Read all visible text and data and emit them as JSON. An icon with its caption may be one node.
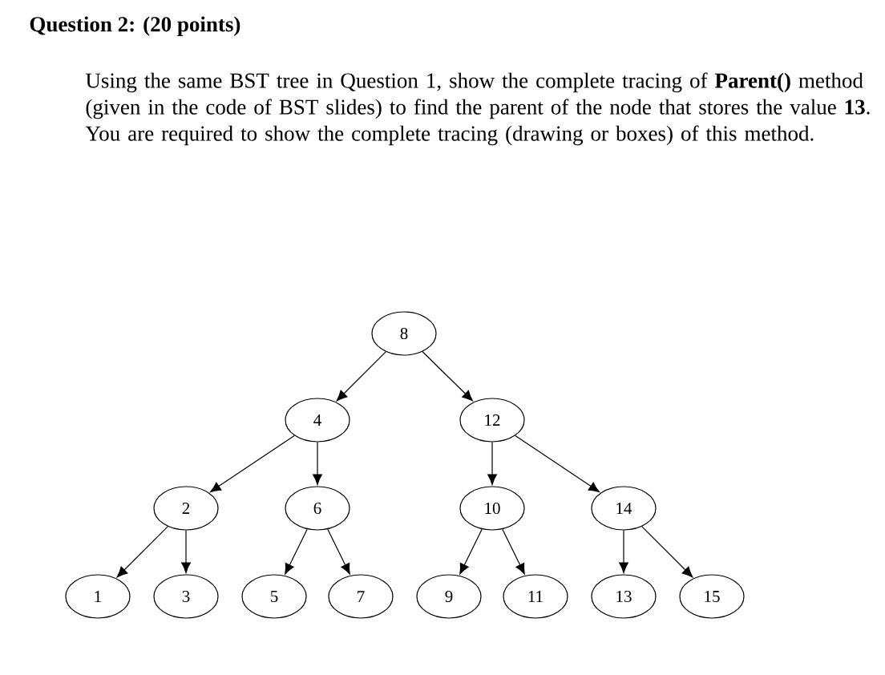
{
  "diagram": {
    "title": "Question 2: (20 points)",
    "nodes": [
      {
        "text": [
          "8"
        ]
      },
      {
        "text": [
          "4"
        ]
      },
      {
        "text": [
          "12"
        ]
      },
      {
        "text": [
          "2"
        ]
      },
      {
        "text": [
          "6"
        ]
      },
      {
        "text": [
          "10"
        ]
      },
      {
        "text": [
          "14"
        ]
      },
      {
        "text": [
          "1"
        ]
      },
      {
        "text": [
          "3"
        ]
      },
      {
        "text": [
          "5"
        ]
      },
      {
        "text": [
          "7"
        ]
      },
      {
        "text": [
          "9"
        ]
      },
      {
        "text": [
          "11"
        ]
      },
      {
        "text": [
          "13"
        ]
      },
      {
        "text": [
          "15"
        ]
      }
    ],
    "edges": [
      {
        "from": 0,
        "to": 1,
        "arrow": "to"
      },
      {
        "from": 0,
        "to": 2,
        "arrow": "to"
      },
      {
        "from": 1,
        "to": 3,
        "arrow": "to"
      },
      {
        "from": 1,
        "to": 4,
        "arrow": "to"
      },
      {
        "from": 2,
        "to": 5,
        "arrow": "to"
      },
      {
        "from": 2,
        "to": 6,
        "arrow": "to"
      },
      {
        "from": 3,
        "to": 7,
        "arrow": "to"
      },
      {
        "from": 3,
        "to": 8,
        "arrow": "to"
      },
      {
        "from": 4,
        "to": 9,
        "arrow": "to"
      },
      {
        "from": 4,
        "to": 10,
        "arrow": "to"
      },
      {
        "from": 5,
        "to": 11,
        "arrow": "to"
      },
      {
        "from": 5,
        "to": 12,
        "arrow": "to"
      },
      {
        "from": 6,
        "to": 13,
        "arrow": "to"
      },
      {
        "from": 6,
        "to": 14,
        "arrow": "to"
      }
    ],
    "labels": [
      "Using the same BST tree in Question 1, show the complete tracing of **Parent()** method (given in the code of BST slides) to find the parent of the node that stores the value **13**. You are required to show the complete tracing (drawing or boxes) of this method."
    ]
  }
}
